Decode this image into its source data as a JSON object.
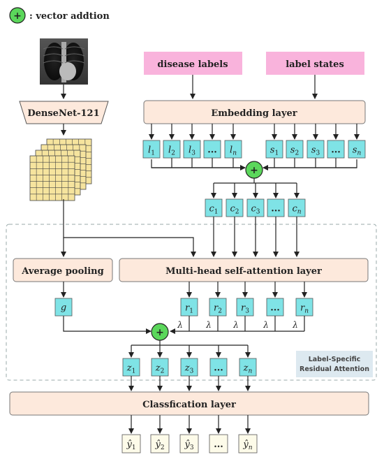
{
  "legend": {
    "symbol": "+",
    "text": ": vector addtion"
  },
  "inputs": {
    "disease_labels": "disease labels",
    "label_states": "label states"
  },
  "backbone": "DenseNet-121",
  "embedding_layer": "Embedding layer",
  "label_tokens": [
    "l1",
    "l2",
    "l3",
    "...",
    "ln"
  ],
  "state_tokens": [
    "s1",
    "s2",
    "s3",
    "...",
    "sn"
  ],
  "combined_tokens": [
    "c1",
    "c2",
    "c3",
    "...",
    "cn"
  ],
  "average_pooling": "Average pooling",
  "mhsa_layer": "Multi-head self-attention layer",
  "pooled_vector": "g",
  "residual_tokens": [
    "r1",
    "r2",
    "r3",
    "...",
    "rn"
  ],
  "lambda": "λ",
  "output_tokens": [
    "z1",
    "z2",
    "z3",
    "...",
    "zn"
  ],
  "module_label": [
    "Label-Specific",
    "Residual Attention"
  ],
  "classification_layer": "Classfication layer",
  "prediction_tokens": [
    "ŷ1",
    "ŷ2",
    "ŷ3",
    "...",
    "ŷn"
  ],
  "colors": {
    "token_fill": "#7fe3e6",
    "layer_fill": "#fde9dc",
    "input_fill": "#f9b3dc",
    "plus_fill": "#5bd75b",
    "grid_fill": "#f6e49e",
    "output_fill": "#fdfbe9",
    "module_label_fill": "#dde9f0"
  }
}
